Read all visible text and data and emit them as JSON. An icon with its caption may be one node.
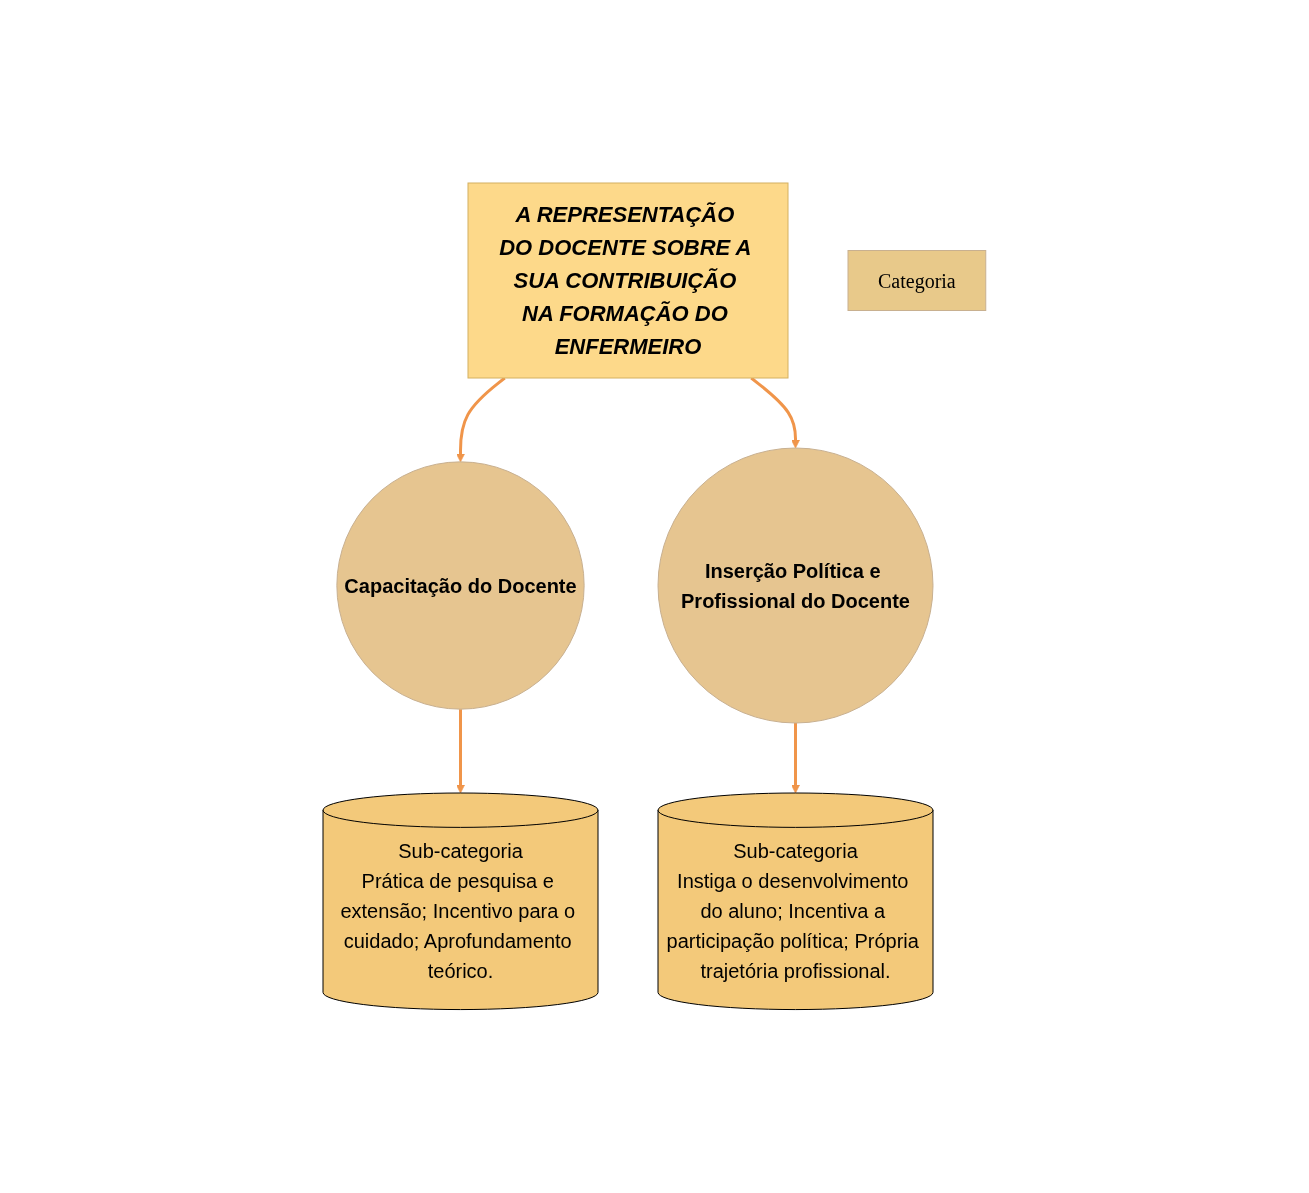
{
  "diagram": {
    "nodes": [
      {
        "text": [
          "A REPRESENTAÇÃO DO DOCENTE SOBRE A SUA CONTRIBUIÇÃO NA FORMAÇÃO DO ENFERMEIRO"
        ]
      },
      {
        "text": [
          "Categoria"
        ]
      },
      {
        "text": [
          "Capacitação do Docente"
        ]
      },
      {
        "text": [
          "Inserção Política e Profissional do Docente"
        ]
      },
      {
        "text": [
          "Sub-categoria",
          "Prática de pesquisa e extensão; Incentivo para o cuidado; Aprofundamento teórico."
        ]
      },
      {
        "text": [
          "Sub-categoria",
          "Instiga o desenvolvimento do aluno; Incentiva a participação política; Própria trajetória profissional."
        ]
      }
    ],
    "edges": [
      {
        "from": 0,
        "to": 2,
        "arrow": "to"
      },
      {
        "from": 0,
        "to": 3,
        "arrow": "to"
      },
      {
        "from": 2,
        "to": 4,
        "arrow": "to"
      },
      {
        "from": 3,
        "to": 5,
        "arrow": "to"
      }
    ]
  }
}
